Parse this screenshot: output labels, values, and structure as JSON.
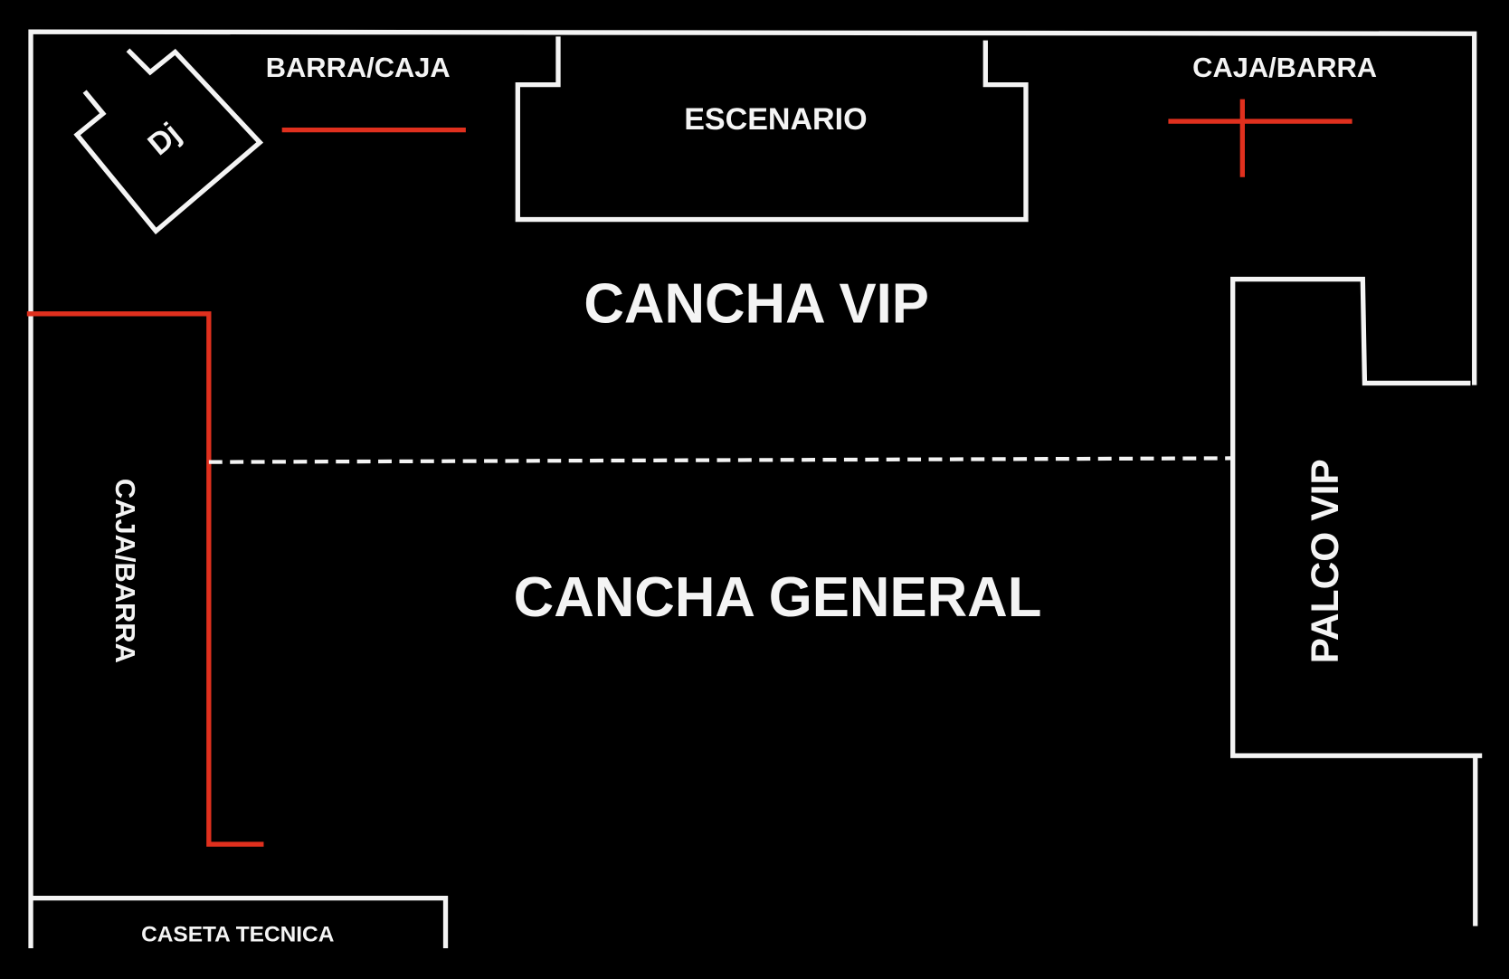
{
  "title": "Venue floor plan",
  "colors": {
    "background": "#000000",
    "walls": "#f4f4f4",
    "bars": "#e0301e"
  },
  "areas": {
    "dj": "Dj",
    "bar_top_left": "BARRA/CAJA",
    "bar_top_right": "CAJA/BARRA",
    "stage": "ESCENARIO",
    "vip_floor": "CANCHA VIP",
    "general_floor": "CANCHA GENERAL",
    "bar_left": "CAJA/BARRA",
    "vip_box": "PALCO VIP",
    "tech_booth": "CASETA TECNICA"
  }
}
